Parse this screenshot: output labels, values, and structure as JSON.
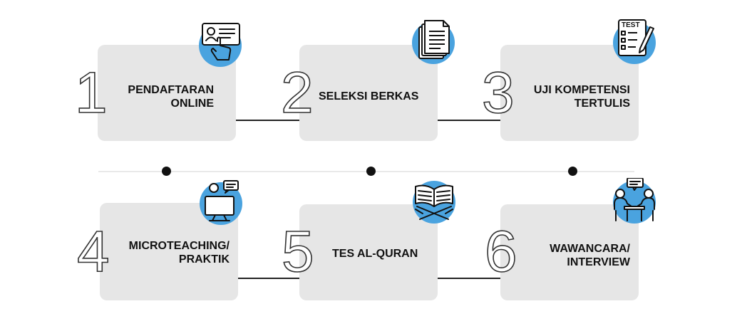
{
  "steps": [
    {
      "number": "1",
      "label_lines": [
        "PENDAFTARAN",
        "ONLINE"
      ],
      "icon": "online-registration-icon"
    },
    {
      "number": "2",
      "label_lines": [
        "SELEKSI BERKAS"
      ],
      "icon": "documents-icon"
    },
    {
      "number": "3",
      "label_lines": [
        "UJI KOMPETENSI",
        "TERTULIS"
      ],
      "icon": "test-checklist-icon",
      "icon_text": "TEST"
    },
    {
      "number": "4",
      "label_lines": [
        "MICROTEACHING/",
        "PRAKTIK"
      ],
      "icon": "teacher-monitor-icon"
    },
    {
      "number": "5",
      "label_lines": [
        "TES AL-QURAN"
      ],
      "icon": "quran-icon"
    },
    {
      "number": "6",
      "label_lines": [
        "WAWANCARA/",
        "INTERVIEW"
      ],
      "icon": "interview-icon"
    }
  ],
  "colors": {
    "card": "#e6e6e6",
    "accent": "#4aa3df",
    "text": "#111111"
  }
}
